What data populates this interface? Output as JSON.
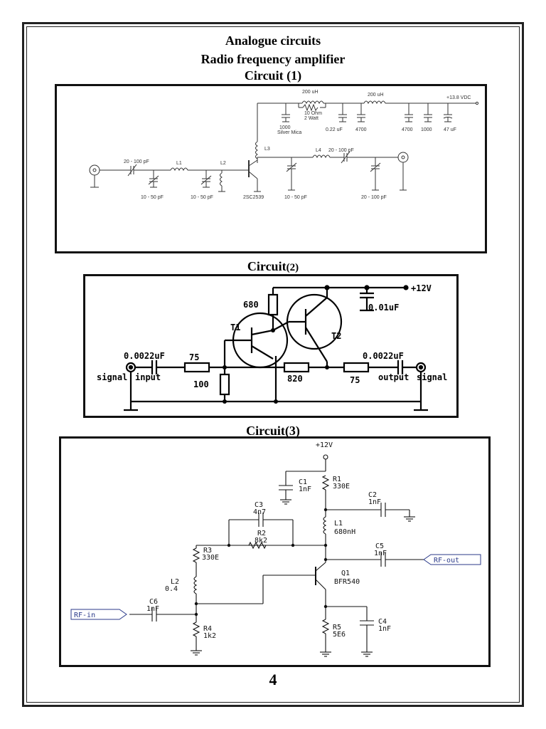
{
  "document": {
    "title": "Analogue circuits",
    "subtitle": "Radio frequency amplifier",
    "page_number": "4"
  },
  "circuit1": {
    "heading_main": "Circuit",
    "heading_num": "(1)",
    "labels": {
      "ind_200uh_top": "200 uH",
      "res_10ohm": "10 Ohm",
      "res_2watt": "2 Watt",
      "ind_200uh_right": "200 uH",
      "supply": "+13.8 VDC",
      "cap_1000": "1000",
      "cap_silvermica": "Silver Mica",
      "cap_022uf": "0.22 uF",
      "cap_4700a": "4700",
      "cap_4700b": "4700",
      "cap_1000b": "1000",
      "cap_47uf": "47 uF",
      "l3": "L3",
      "l4": "L4",
      "trim_20_100_right": "20 - 100 pF",
      "trim_20_100_left": "20 - 100 pF",
      "l1": "L1",
      "l2": "L2",
      "trim_10_50_a": "10 - 50 pF",
      "trim_10_50_b": "10 - 50 pF",
      "transistor": "2SC2539",
      "trim_10_50_c": "10 - 50 pF",
      "trim_20_100_out": "20 - 100 pF"
    }
  },
  "circuit2": {
    "heading_main": "Circuit",
    "heading_num": "(2)",
    "labels": {
      "supply": "+12V",
      "r680": "680",
      "c001": "0.01uF",
      "t1": "T1",
      "t2": "T2",
      "c_in": "0.0022uF",
      "c_out": "0.0022uF",
      "r75_in": "75",
      "r100": "100",
      "r820": "820",
      "r75_out": "75",
      "signal_in_a": "signal",
      "signal_in_b": "input",
      "signal_out_a": "output",
      "signal_out_b": "signal"
    }
  },
  "circuit3": {
    "heading": "Circuit(3)",
    "labels": {
      "supply": "+12V",
      "r1_name": "R1",
      "r1_val": "330E",
      "c1_name": "C1",
      "c1_val": "1nF",
      "c2_name": "C2",
      "c2_val": "1nF",
      "c3_name": "C3",
      "c3_val": "4n7",
      "r2_name": "R2",
      "r2_val": "8k2",
      "l1_name": "L1",
      "l1_val": "680nH",
      "r3_name": "R3",
      "r3_val": "330E",
      "c5_name": "C5",
      "c5_val": "1nF",
      "rf_out": "RF-out",
      "l2_name": "L2",
      "l2_val": "0.4",
      "q1_name": "Q1",
      "q1_val": "BFR540",
      "c6_name": "C6",
      "c6_val": "1nF",
      "rf_in": "RF-in",
      "r4_name": "R4",
      "r4_val": "1k2",
      "r5_name": "R5",
      "r5_val": "5E6",
      "c4_name": "C4",
      "c4_val": "1nF"
    }
  }
}
